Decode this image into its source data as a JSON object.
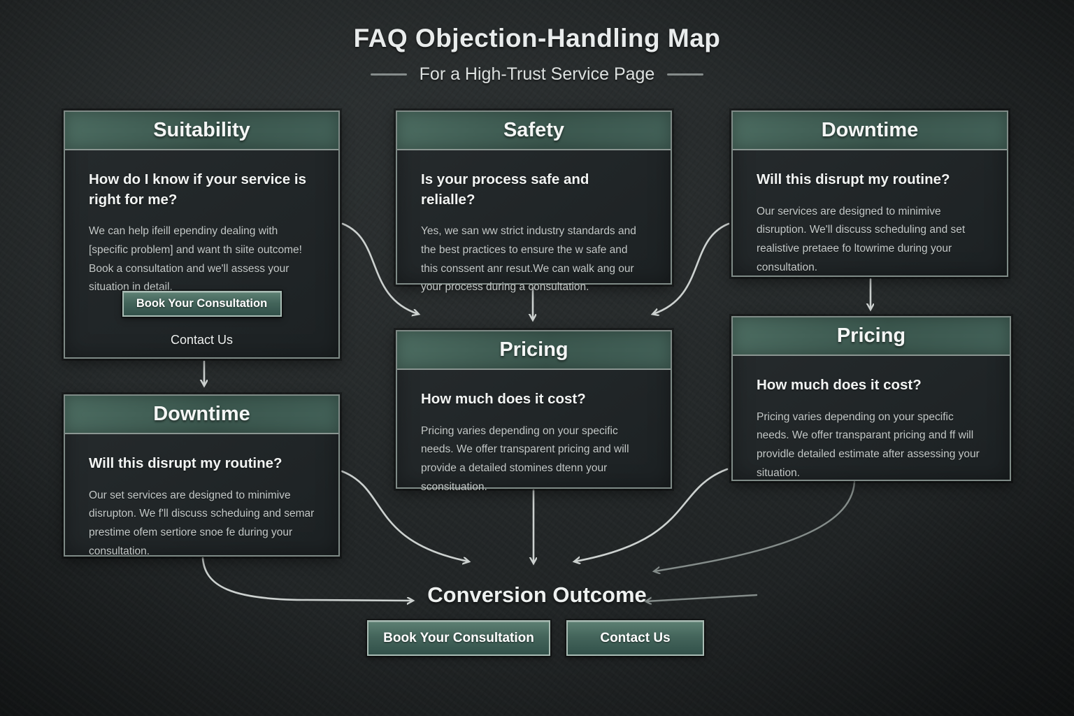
{
  "title": "FAQ Objection-Handling Map",
  "subtitle": "For a High-Trust Service Page",
  "colors": {
    "background": "#212526",
    "header_teal": "#3f5c53",
    "box_border": "#7f8b87",
    "body_text": "#c4c9c8",
    "arrow_bright": "#dfe4e2",
    "arrow_dim": "#969f9c"
  },
  "boxes": {
    "suitability": {
      "header": "Suitability",
      "question": "How do I know if your service is right for me?",
      "body": "We can help ifeill ependiny dealing with [specific problem] and want th siite outcome! Book a consultation and we'll assess your situation in detail.",
      "button": "Book Your Consultation",
      "link": "Contact Us"
    },
    "safety": {
      "header": "Safety",
      "question": "Is your process safe and relialle?",
      "body": "Yes, we san ww strict industry standards and the best practices to ensure the w safe and this conssent anr resut.We can walk ang our your process during a consultation."
    },
    "downtime_top": {
      "header": "Downtime",
      "question": "Will this disrupt my routine?",
      "body": "Our services are designed to minimive disruption. We'll discuss scheduling and set realistive pretaee fo ltowrime during your consultation."
    },
    "pricing_mid": {
      "header": "Pricing",
      "question": "How much does it cost?",
      "body": "Pricing varies depending on your specific needs. We offer transparent pricing and will provide a detailed stomines dtenn your sconsituation."
    },
    "pricing_right": {
      "header": "Pricing",
      "question": "How much does it cost?",
      "body": "Pricing varies depending on your specific needs. We offer transparant pricing and ff will providle detailed estimate after assessing your situation."
    },
    "downtime_bottom": {
      "header": "Downtime",
      "question": "Will this disrupt my routine?",
      "body": "Our set services are designed to minimive disrupton. We f'll discuss scheduing and semar prestime ofem sertiore snoe fe during your consultation."
    }
  },
  "outcome": {
    "heading": "Conversion Outcome",
    "buttons": [
      "Book Your Consultation",
      "Contact Us"
    ]
  }
}
